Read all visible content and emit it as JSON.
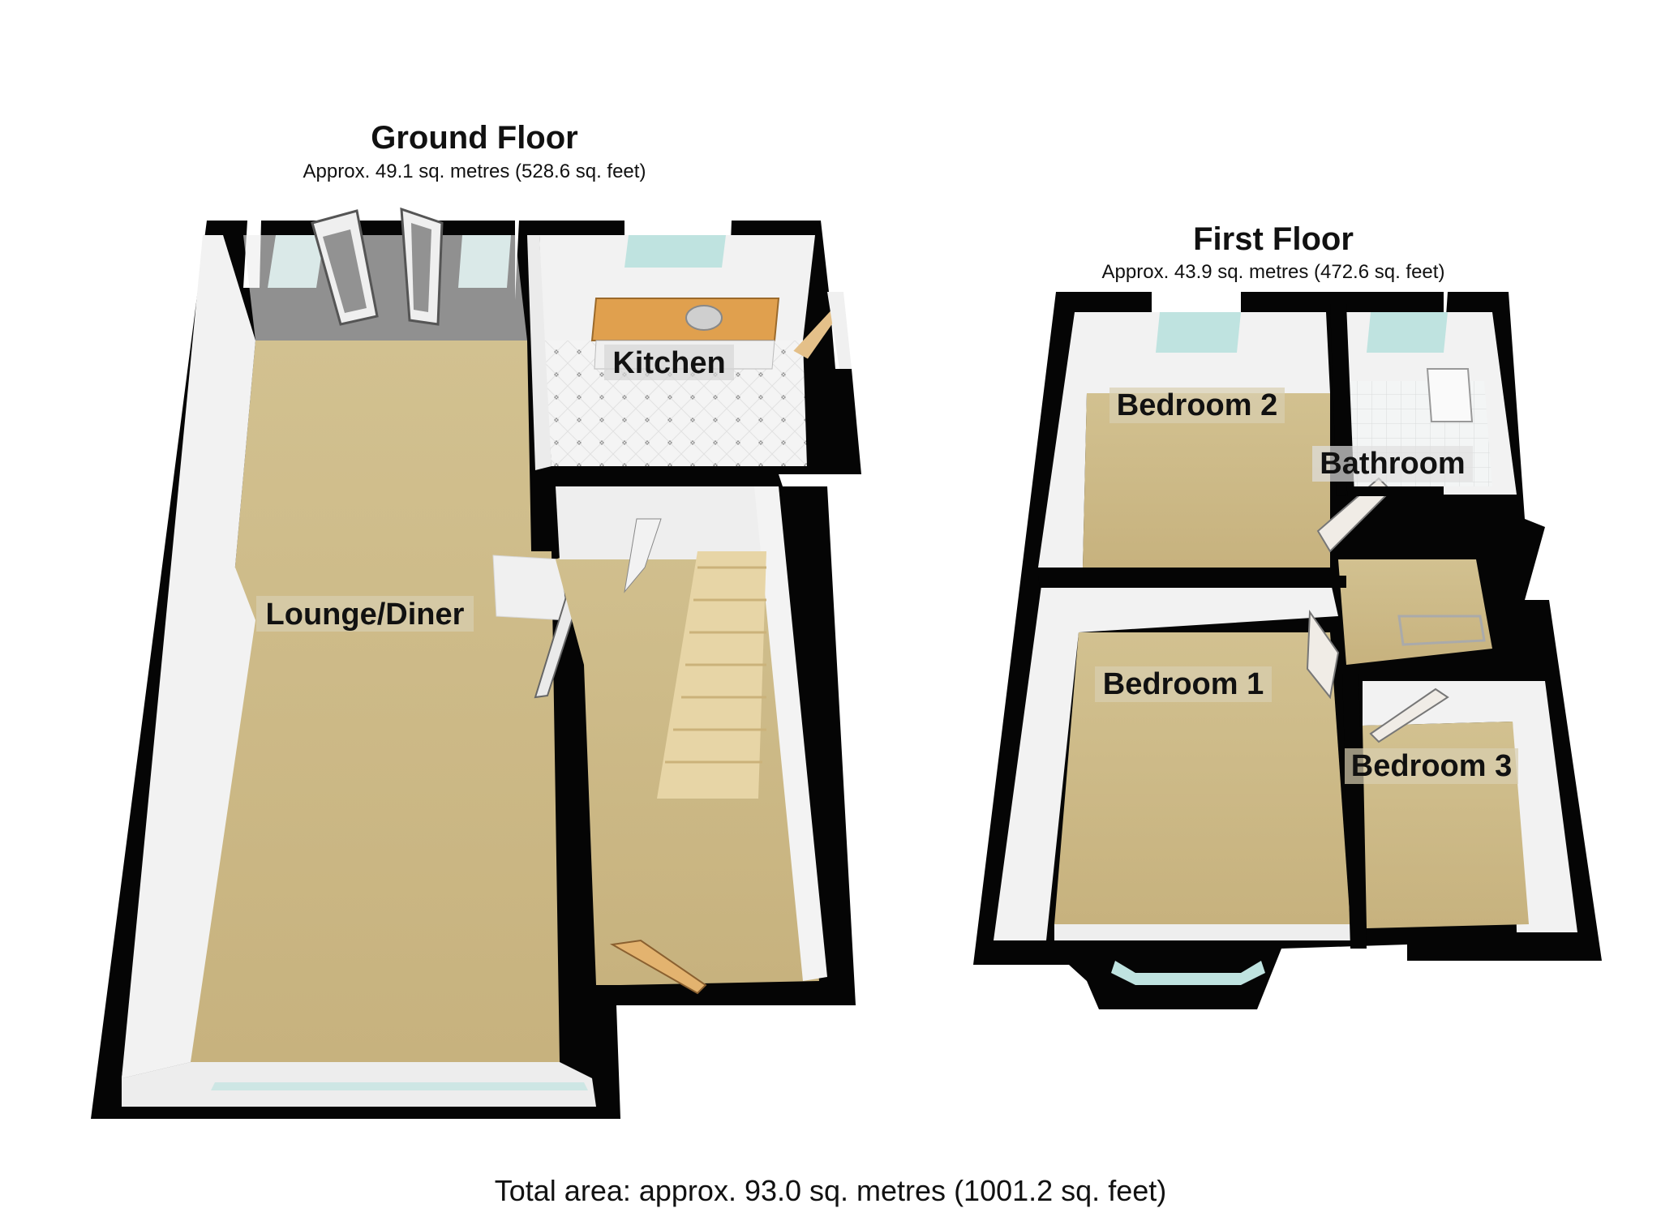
{
  "ground_floor": {
    "title": "Ground Floor",
    "area": "Approx. 49.1 sq. metres (528.6 sq. feet)",
    "rooms": [
      "Kitchen",
      "Lounge/Diner"
    ]
  },
  "first_floor": {
    "title": "First Floor",
    "area": "Approx. 43.9 sq. metres (472.6 sq. feet)",
    "rooms": [
      "Bedroom 2",
      "Bathroom",
      "Bedroom 1",
      "Bedroom 3"
    ]
  },
  "total_area": "Total area: approx. 93.0 sq. metres (1001.2 sq. feet)",
  "colors": {
    "wall": "#050505",
    "carpet": "#cdbb8a",
    "inner_wall": "#f2f2f2",
    "tile": "#f4f4f4",
    "worktop": "#e0a04e",
    "window": "#bfe3e0"
  }
}
